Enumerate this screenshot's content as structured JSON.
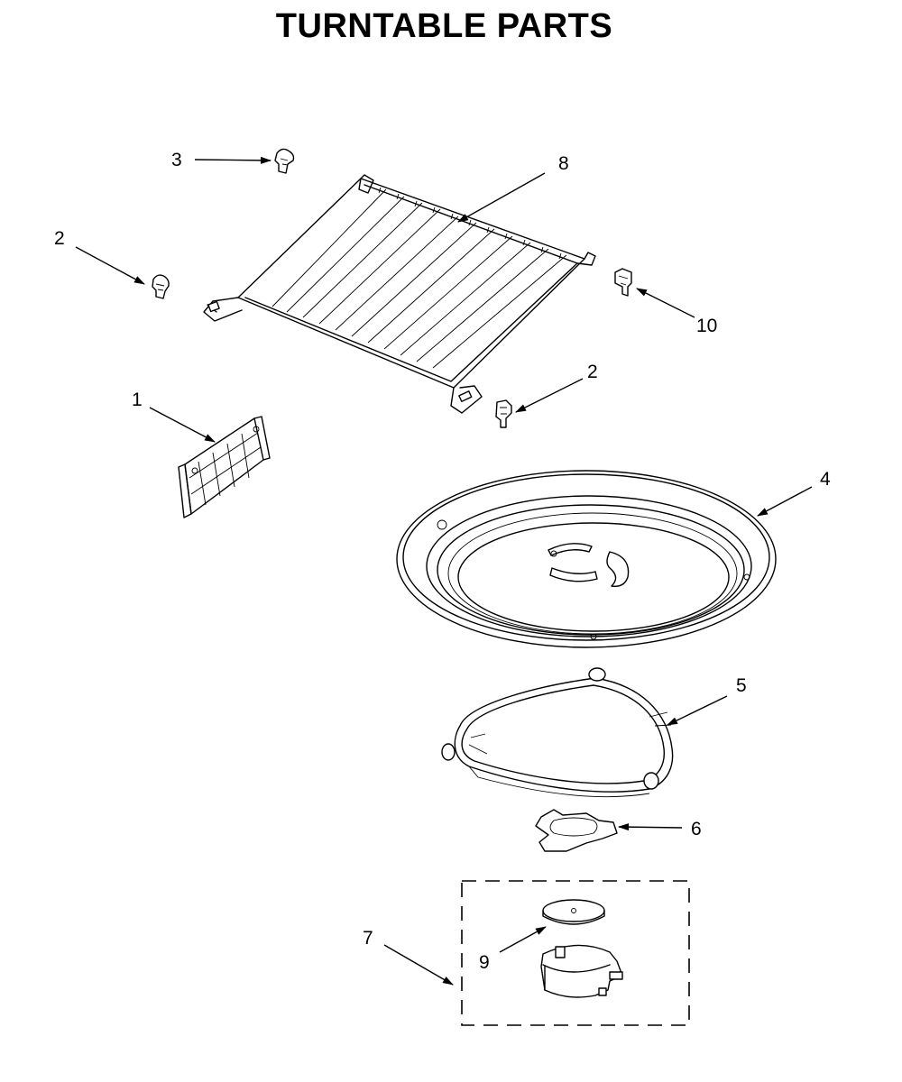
{
  "title": "TURNTABLE PARTS",
  "callouts": {
    "part_1": "1",
    "part_2a": "2",
    "part_2b": "2",
    "part_3": "3",
    "part_4": "4",
    "part_5": "5",
    "part_6": "6",
    "part_7": "7",
    "part_8": "8",
    "part_9": "9",
    "part_10": "10"
  }
}
